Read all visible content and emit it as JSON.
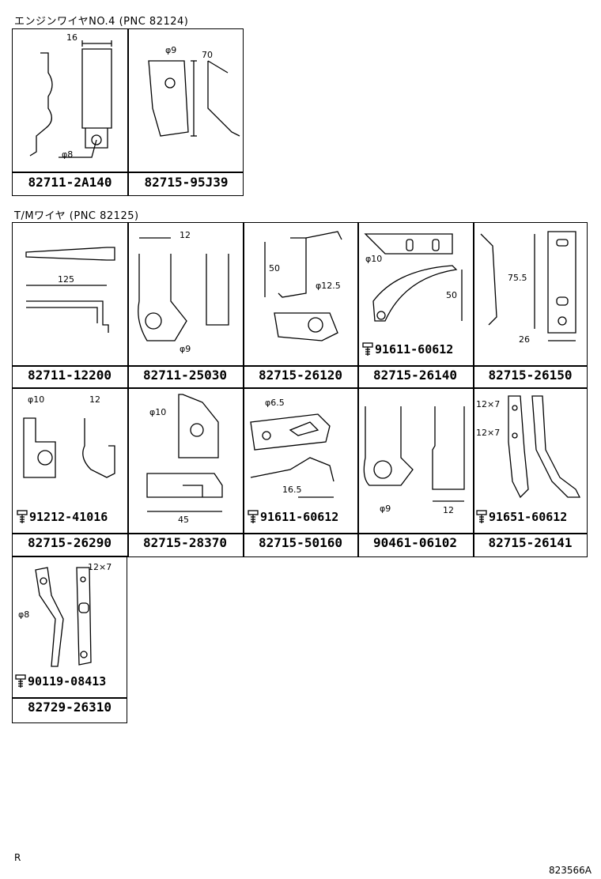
{
  "sections": [
    {
      "title": "エンジンワイヤNO.4 (PNC 82124)"
    },
    {
      "title": "T/Mワイヤ (PNC 82125)"
    }
  ],
  "engine_parts": [
    {
      "part_no": "82711-2A140",
      "dims": [
        "16",
        "φ8"
      ]
    },
    {
      "part_no": "82715-95J39",
      "dims": [
        "φ9",
        "70"
      ]
    }
  ],
  "tm_parts": [
    {
      "part_no": "82711-12200",
      "dims": [
        "125"
      ],
      "bolt": ""
    },
    {
      "part_no": "82711-25030",
      "dims": [
        "12",
        "φ9"
      ],
      "bolt": ""
    },
    {
      "part_no": "82715-26120",
      "dims": [
        "50",
        "φ12.5"
      ],
      "bolt": ""
    },
    {
      "part_no": "82715-26140",
      "dims": [
        "φ10",
        "50"
      ],
      "bolt": "91611-60612"
    },
    {
      "part_no": "82715-26150",
      "dims": [
        "75.5",
        "26"
      ],
      "bolt": ""
    },
    {
      "part_no": "82715-26290",
      "dims": [
        "φ10",
        "12"
      ],
      "bolt": "91212-41016"
    },
    {
      "part_no": "82715-28370",
      "dims": [
        "φ10",
        "45"
      ],
      "bolt": ""
    },
    {
      "part_no": "82715-50160",
      "dims": [
        "φ6.5",
        "16.5"
      ],
      "bolt": "91611-60612"
    },
    {
      "part_no": "90461-06102",
      "dims": [
        "φ9",
        "12"
      ],
      "bolt": ""
    },
    {
      "part_no": "82715-26141",
      "dims": [
        "12×7",
        "12×7"
      ],
      "bolt": "91651-60612"
    },
    {
      "part_no": "82729-26310",
      "dims": [
        "12×7",
        "φ8"
      ],
      "bolt": "90119-08413"
    }
  ],
  "footer": {
    "left": "R",
    "right": "823566A"
  }
}
